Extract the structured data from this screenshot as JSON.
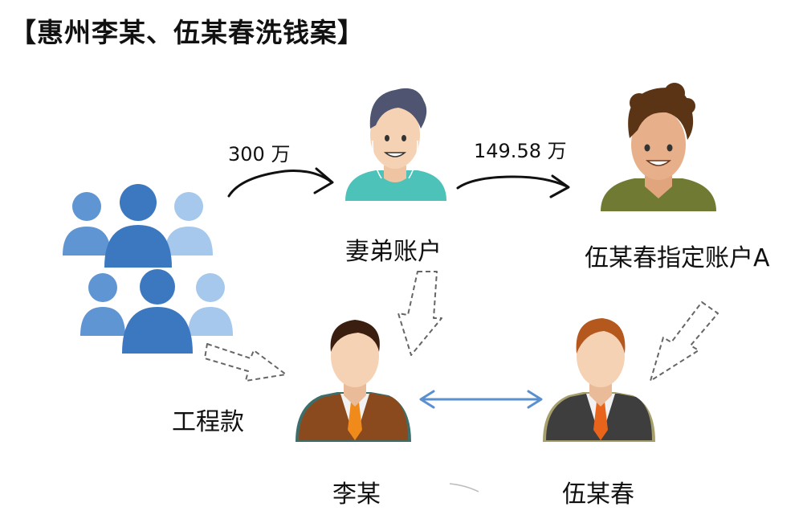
{
  "title": "【惠州李某、伍某春洗钱案】",
  "flows": {
    "amount_1": "300 万",
    "amount_2": "149.58 万"
  },
  "nodes": {
    "brother_in_law": "妻弟账户",
    "designated_account": "伍某春指定账户A",
    "project_funds": "工程款",
    "li": "李某",
    "wu": "伍某春"
  },
  "colors": {
    "crowd_dark": "#3b78c0",
    "crowd_light": "#a5c8ec",
    "arrow_blue": "#5a8fd0",
    "skin": "#f6d2b4",
    "teal_shirt": "#4cc2b8",
    "olive_shirt": "#707a32",
    "brown_suit": "#8a4a1e",
    "gray_suit": "#3e3e3e",
    "tie": "#f08a1a"
  },
  "icons": [
    "people-group-icon",
    "young-man-avatar-icon",
    "curly-hair-man-avatar-icon",
    "businessman-brown-suit-icon",
    "businessman-gray-suit-icon"
  ]
}
